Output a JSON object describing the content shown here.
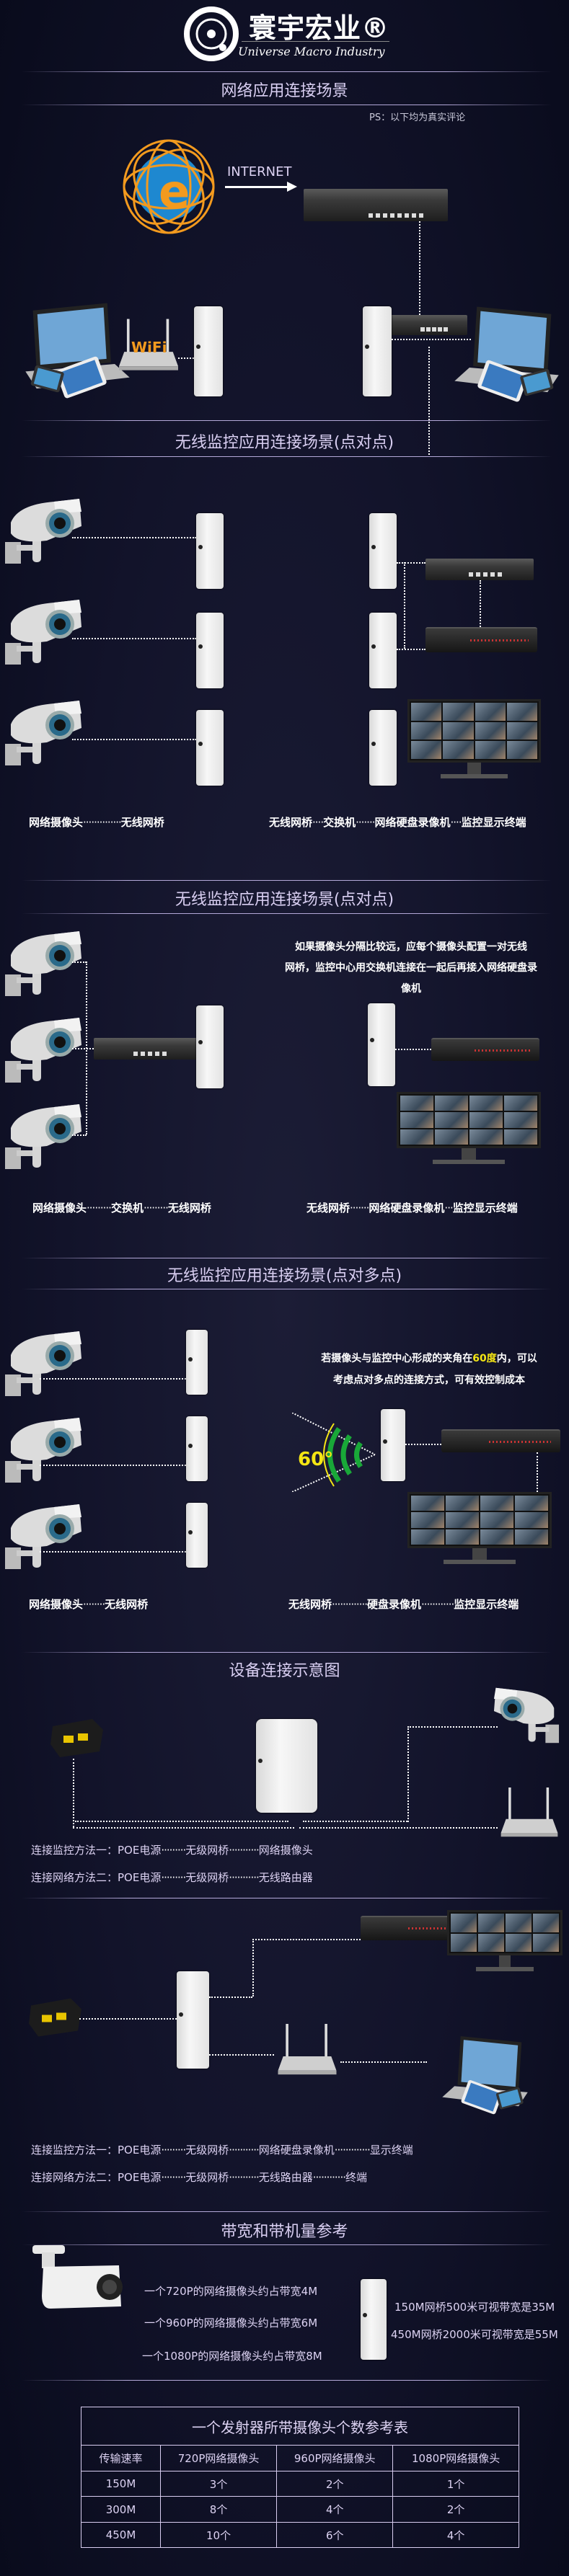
{
  "brand": {
    "name_cn": "寰宇宏业®",
    "name_en": "Universe Macro Industry"
  },
  "section1": {
    "title": "网络应用连接场景",
    "note": "PS：以下均为真实评论",
    "internet_label": "INTERNET",
    "wifi_label": "WiFi"
  },
  "section2": {
    "title": "无线监控应用连接场景(点对点)",
    "left_chain": [
      "网络摄像头",
      "无线网桥"
    ],
    "right_chain": [
      "无线网桥",
      "交换机",
      "网络硬盘录像机",
      "监控显示终端"
    ]
  },
  "section3": {
    "title": "无线监控应用连接场景(点对点)",
    "note_lines": [
      "如果摄像头分隔比较远，应每个摄像头配置一对无线",
      "网桥，监控中心用交换机连接在一起后再接入网络硬盘录",
      "像机"
    ],
    "left_chain": [
      "网络摄像头",
      "交换机",
      "无线网桥"
    ],
    "right_chain": [
      "无线网桥",
      "网络硬盘录像机",
      "监控显示终端"
    ]
  },
  "section4": {
    "title": "无线监控应用连接场景(点对多点)",
    "note_line1_before": "若摄像头与监控中心形成的夹角在",
    "note_line1_highlight": "60度",
    "note_line1_after": "内，可以",
    "note_line2": "考虑点对多点的连接方式，可有效控制成本",
    "angle_label": "60°",
    "highlight_color": "#f5e614",
    "signal_color": "#19a838",
    "left_chain": [
      "网络摄像头",
      "无线网桥"
    ],
    "right_chain": [
      "无线网桥",
      "硬盘录像机",
      "监控显示终端"
    ]
  },
  "section5": {
    "title": "设备连接示意图",
    "diagram1": {
      "method1": {
        "prefix": "连接监控方法一：",
        "chain": [
          "POE电源",
          "无级网桥",
          "网络摄像头"
        ]
      },
      "method2": {
        "prefix": "连接网络方法二：",
        "chain": [
          "POE电源",
          "无级网桥",
          "无线路由器"
        ]
      }
    },
    "diagram2": {
      "method1": {
        "prefix": "连接监控方法一：",
        "chain": [
          "POE电源",
          "无级网桥",
          "网络硬盘录像机",
          "显示终端"
        ]
      },
      "method2": {
        "prefix": "连接网络方法二：",
        "chain": [
          "POE电源",
          "无级网桥",
          "无线路由器",
          "终端"
        ]
      }
    }
  },
  "section6": {
    "title": "带宽和带机量参考",
    "camera_bandwidth": [
      "一个720P的网络摄像头约占带宽4M",
      "一个960P的网络摄像头约占带宽6M",
      "一个1080P的网络摄像头约占带宽8M"
    ],
    "bridge_bandwidth": [
      "150M网桥500米可视带宽是35M",
      "450M网桥2000米可视带宽是55M"
    ]
  },
  "table": {
    "title": "一个发射器所带摄像头个数参考表",
    "headers": [
      "传输速率",
      "720P网络摄像头",
      "960P网络摄像头",
      "1080P网络摄像头"
    ],
    "rows": [
      [
        "150M",
        "3个",
        "2个",
        "1个"
      ],
      [
        "300M",
        "8个",
        "4个",
        "2个"
      ],
      [
        "450M",
        "10个",
        "6个",
        "4个"
      ]
    ]
  },
  "colors": {
    "title": "#d9cff2",
    "background": "#12132a",
    "globe_orange": "#f39a1e",
    "globe_blue": "#1e88d0"
  }
}
